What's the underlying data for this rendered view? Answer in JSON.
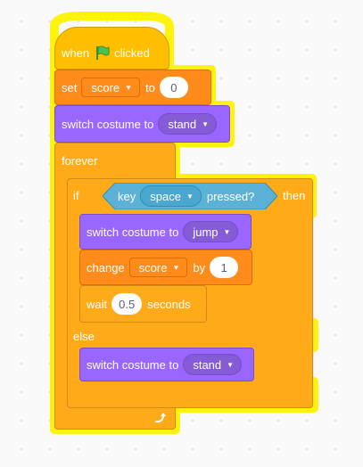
{
  "script": {
    "hat": {
      "when": "when",
      "flag_icon": "green-flag-icon",
      "clicked": "clicked"
    },
    "set_block": {
      "label": "set",
      "variable": "score",
      "to": "to",
      "value": "0"
    },
    "costume_block_1": {
      "label": "switch costume to",
      "value": "stand"
    },
    "forever": {
      "label": "forever"
    },
    "if_block": {
      "if": "if",
      "then": "then"
    },
    "condition": {
      "key": "key",
      "key_value": "space",
      "pressed": "pressed?"
    },
    "costume_block_2": {
      "label": "switch costume to",
      "value": "jump"
    },
    "change_block": {
      "label": "change",
      "variable": "score",
      "by": "by",
      "value": "1"
    },
    "wait_block": {
      "label": "wait",
      "value": "0.5",
      "unit": "seconds"
    },
    "else_label": "else",
    "costume_block_3": {
      "label": "switch costume to",
      "value": "stand"
    },
    "loop_arrow_icon": "loop-arrow-icon"
  },
  "colors": {
    "events": "#ffbf00",
    "variables": "#ff8c1a",
    "looks": "#9966ff",
    "control": "#ffab19",
    "sensing": "#5cb1d6",
    "glow": "#fff200"
  }
}
